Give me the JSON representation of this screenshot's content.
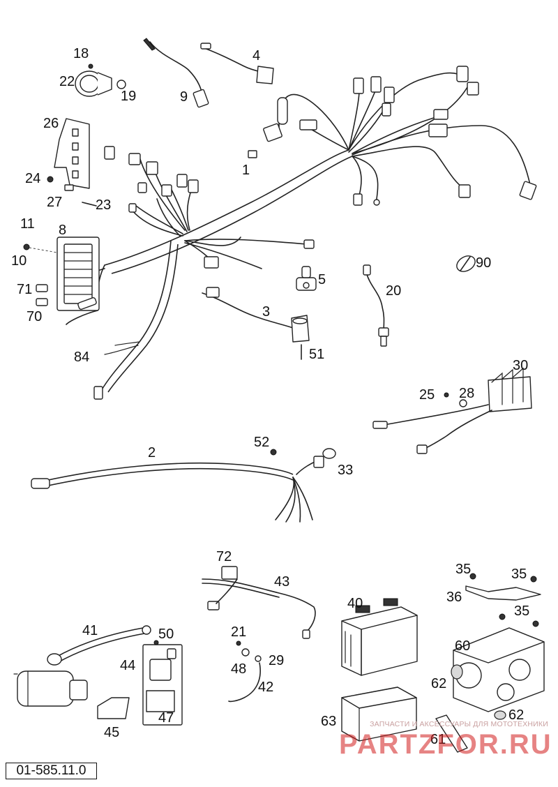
{
  "drawing_code": "01-585.11.0",
  "watermark": {
    "tagline": "ЗАПЧАСТИ И АКСЕССУАРЫ ДЛЯ МОТОТЕХНИКИ",
    "logo": "PARTZFOR.RU"
  },
  "callouts": {
    "p1": "1",
    "p2": "2",
    "p3": "3",
    "p4": "4",
    "p5": "5",
    "p8": "8",
    "p9": "9",
    "p10": "10",
    "p11": "11",
    "p18": "18",
    "p19": "19",
    "p20": "20",
    "p21": "21",
    "p22": "22",
    "p23": "23",
    "p24": "24",
    "p25": "25",
    "p26": "26",
    "p27": "27",
    "p28": "28",
    "p29": "29",
    "p30": "30",
    "p33": "33",
    "p35a": "35",
    "p35b": "35",
    "p35c": "35",
    "p36": "36",
    "p40": "40",
    "p41": "41",
    "p42": "42",
    "p43": "43",
    "p44": "44",
    "p45": "45",
    "p47": "47",
    "p48": "48",
    "p50": "50",
    "p51": "51",
    "p52": "52",
    "p60": "60",
    "p61": "61",
    "p62a": "62",
    "p62b": "62",
    "p63": "63",
    "p70": "70",
    "p71": "71",
    "p72": "72",
    "p84": "84",
    "p90": "90"
  }
}
